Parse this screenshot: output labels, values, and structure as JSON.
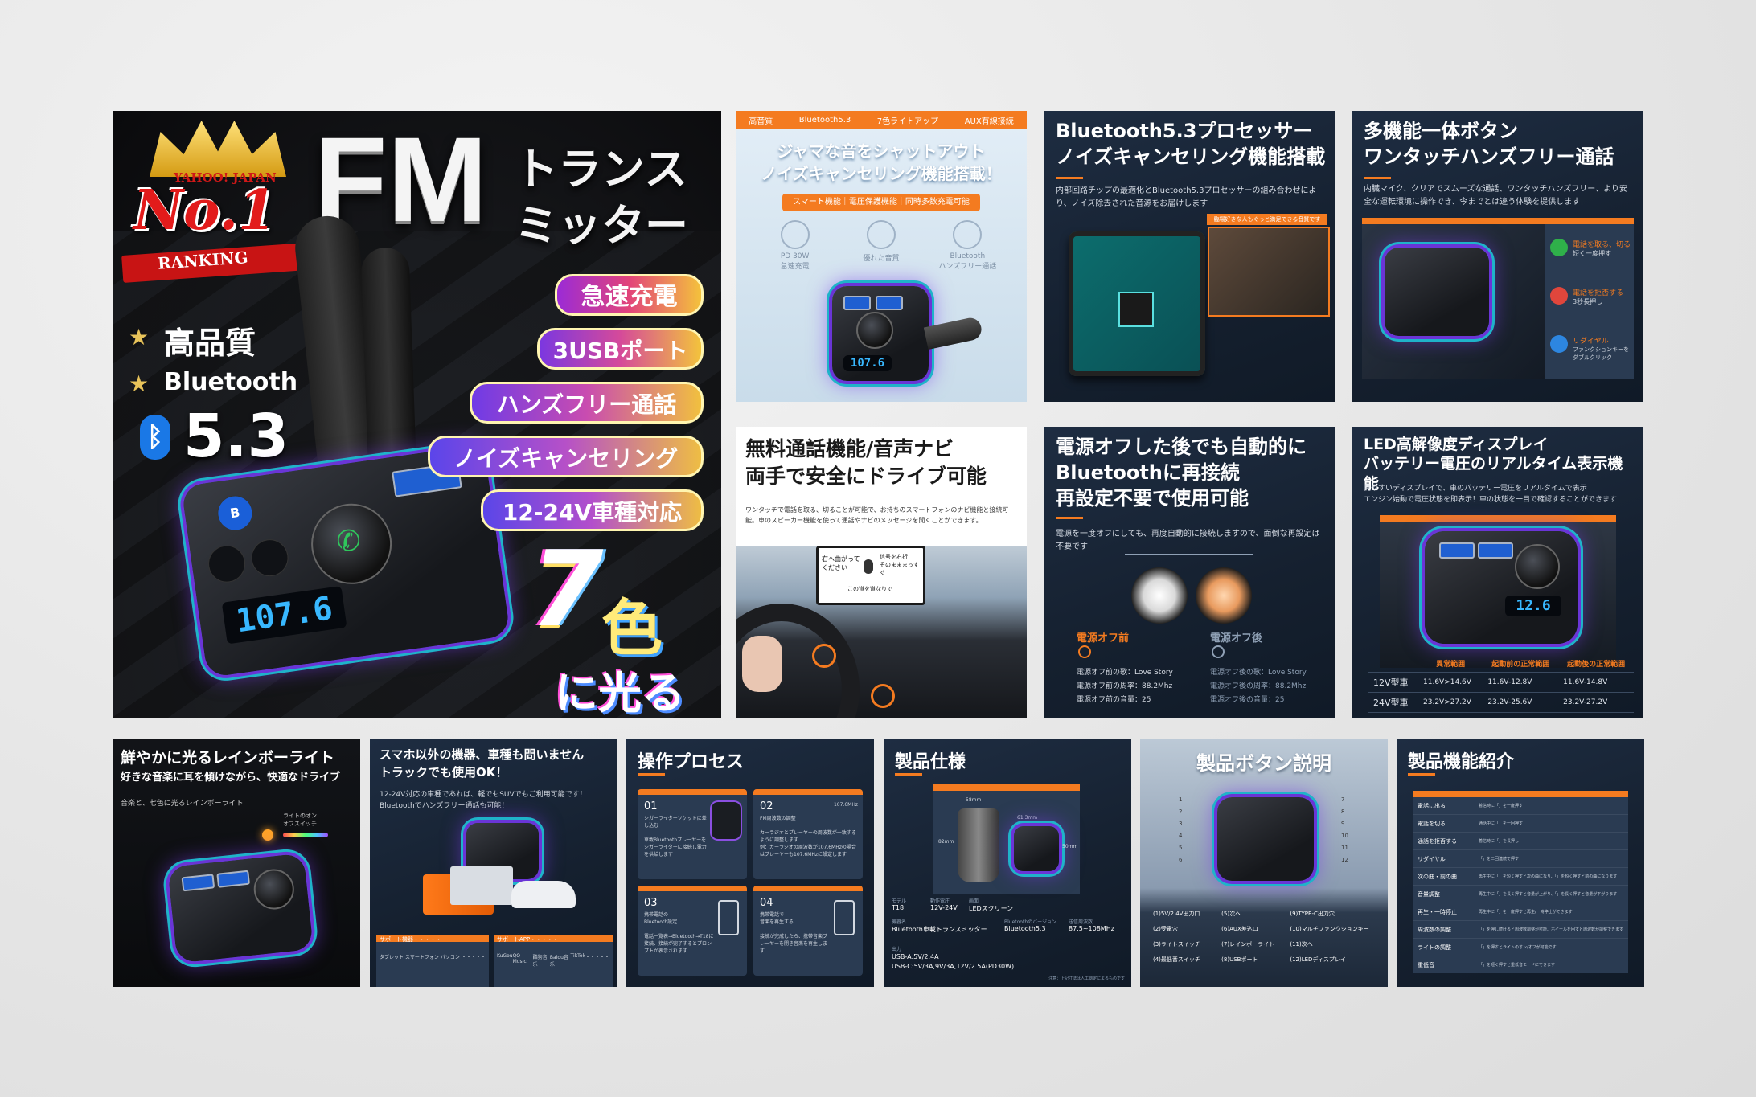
{
  "main": {
    "ranking": {
      "brand": "YAHOO! JAPAN",
      "no1": "No.1",
      "label": "RANKING"
    },
    "title_fm": "FM",
    "title_jp1": "トランス",
    "title_jp2": "ミッター",
    "quality": "高品質",
    "bluetooth": "Bluetooth",
    "version": "5.3",
    "features": [
      "急速充電",
      "3USBポート",
      "ハンズフリー通話",
      "ノイズキャンセリング",
      "12-24V車種対応"
    ],
    "seven": "7",
    "color_kanji": "色",
    "shine": "に光る",
    "screen_text": "107.6"
  },
  "noise": {
    "tags": [
      "高音質",
      "Bluetooth5.3",
      "7色ライトアップ",
      "AUX有線接続"
    ],
    "title1": "ジャマな音をシャットアウト",
    "title2": "ノイズキャンセリング機能搭載！",
    "badge": "スマート機能｜電圧保護機能｜同時多数充電可能",
    "icons": [
      {
        "icon": "pd-icon",
        "label": "PD 30W\n急速充電"
      },
      {
        "icon": "voice-icon",
        "label": "優れた音質"
      },
      {
        "icon": "phone-icon",
        "label": "Bluetooth\nハンズフリー通話"
      }
    ],
    "screen_text": "107.6"
  },
  "processor": {
    "title1": "Bluetooth5.3プロセッサー",
    "title2": "ノイズキャンセリング機能搭載",
    "desc": "内部回路チップの最適化とBluetooth5.3プロセッサーの組み合わせにより、ノイズ除去された音源をお届けします",
    "tag": "臨場好きな人もぐっと満足できる音質です"
  },
  "button": {
    "title1": "多機能一体ボタン",
    "title2": "ワンタッチハンズフリー通話",
    "desc": "内臓マイク、クリアでスムーズな通話、ワンタッチハンズフリー、より安全な運転環境に操作でき、今までとは違う体験を提供します",
    "items": [
      {
        "title": "電話を取る、切る",
        "sub": "短く一度押す",
        "color": "#2fb04a"
      },
      {
        "title": "電話を拒否する",
        "sub": "3秒長押し",
        "color": "#e0463c"
      },
      {
        "title": "リダイヤル",
        "sub": "ファンクションキーをダブルクリック",
        "color": "#2d86e0"
      }
    ]
  },
  "navi": {
    "title1": "無料通話機能/音声ナビ",
    "title2": "両手で安全にドライブ可能",
    "desc": "ワンタッチで電話を取る、切ることが可能で、お持ちのスマートフォンのナビ機能と接続可能。車のスピーカー機能を使って通話やナビのメッセージを聞くことができます。",
    "bubble1": "右へ曲がって\nください",
    "bubble2": "信号を右折\nそのまままっすぐ",
    "bubble3": "この道を道なりで"
  },
  "reconnect": {
    "title1": "電源オフした後でも自動的に",
    "title2": "Bluetoothに再接続",
    "title3": "再設定不要で使用可能",
    "desc": "電源を一度オフにしても、再度自動的に接続しますので、面倒な再設定は不要です",
    "before": {
      "label": "電源オフ前",
      "song": "電源オフ前の歌：Love Story",
      "freq": "電源オフ前の周率：88.2Mhz",
      "vol": "電源オフ前の音量：25"
    },
    "after": {
      "label": "電源オフ後",
      "song": "電源オフ後の歌：Love Story",
      "freq": "電源オフ後の周率：88.2Mhz",
      "vol": "電源オフ後の音量：25"
    }
  },
  "display": {
    "title1": "LED高解像度ディスプレイ",
    "title2": "バッテリー電圧のリアルタイム表示機能",
    "desc": "見やすいディスプレイで、車のバッテリー電圧をリアルタイムで表示\nエンジン始動で電圧状態を即表示！車の状態を一目で確認することができます",
    "screen_text": "12.6",
    "table_head": [
      "",
      "異常範囲",
      "起動前の正常範囲",
      "起動後の正常範囲"
    ],
    "rows": [
      [
        "12V型車",
        "11.6V>14.6V",
        "11.6V-12.8V",
        "11.6V-14.8V"
      ],
      [
        "24V型車",
        "23.2V>27.2V",
        "23.2V-25.6V",
        "23.2V-27.2V"
      ]
    ]
  },
  "rainbow": {
    "title": "鮮やかに光るレインボーライト",
    "sub": "好きな音楽に耳を傾けながら、快適なドライブ",
    "desc": "音楽と、七色に光るレインボーライト",
    "switch_label": "ライトのオン\nオフスイッチ"
  },
  "compat": {
    "title1": "スマホ以外の機器、車種も問いません",
    "title2": "トラックでも使用OK！",
    "desc": "12-24V対応の車種であれば、軽でもSUVでもご利用可能です！Bluetoothでハンズフリー通話も可能！",
    "support_devices": "サポート機器・・・・・",
    "devices": [
      "タブレット",
      "スマートフォン",
      "パソコン",
      "・・・・・"
    ],
    "support_apps": "サポートAPP・・・・・",
    "apps": [
      "KuGou",
      "QQ Music",
      "酷狗音乐",
      "Baidu音乐",
      "TikTok",
      "・・・・・"
    ]
  },
  "process": {
    "title": "操作プロセス",
    "steps": [
      {
        "num": "01",
        "text": "シガーライターソケットに差し込む\n\n車載Bluetoothプレーヤーをシガーライターに接続し電力を供給します"
      },
      {
        "num": "02",
        "text": "FM周波数の調整\n\nカーラジオとプレーヤーの周波数が一致するように調整します\n例：カーラジオの周波数が107.6MHzの場合はプレーヤーも107.6MHzに設定します"
      },
      {
        "num": "03",
        "text": "携帯電話の\nBluetooth設定\n\n電話一覧表→Bluetooth→T18に接続、接続が完了するとプロンプトが表示されます"
      },
      {
        "num": "04",
        "text": "携帯電話で\n音楽を再生する\n\n接続が完成したら、携帯音楽プレーヤーを開き音楽を再生します"
      }
    ],
    "freq": "107.6MHz"
  },
  "spec": {
    "title": "製品仕様",
    "dims": {
      "w": "58mm",
      "h": "82mm",
      "w2": "61.3mm",
      "h2": "50mm"
    },
    "fields": [
      {
        "label": "モデル",
        "value": "T18"
      },
      {
        "label": "動作電圧",
        "value": "12V-24V"
      },
      {
        "label": "画面",
        "value": "LEDスクリーン"
      },
      {
        "label": "機器名",
        "value": "Bluetooth車載トランスミッター"
      },
      {
        "label": "Bluetoothのバージョン",
        "value": "Bluetooth5.3"
      },
      {
        "label": "送信周波数",
        "value": "87.5~108MHz"
      }
    ],
    "output_label": "出力",
    "output1": "USB-A:5V/2.4A",
    "output2": "USB-C:5V/3A,9V/3A,12V/2.5A(PD30W)",
    "note": "注意：上記寸法は人工測定によるものです"
  },
  "buttons": {
    "title": "製品ボタン説明",
    "numbers": [
      "1",
      "2",
      "3",
      "4",
      "5",
      "6",
      "7",
      "8",
      "9",
      "10",
      "11",
      "12"
    ],
    "labels": [
      "(1)5V/2.4V出力口",
      "(5)次へ",
      "(9)TYPE-C出力穴",
      "(2)受電穴",
      "(6)AUX差込口",
      "(10)マルチファンクションキー",
      "(3)ライトスイッチ",
      "(7)レインボーライト",
      "(11)次へ",
      "(4)最低音スイッチ",
      "(8)USBポート",
      "(12)LEDディスプレイ"
    ]
  },
  "functions": {
    "title": "製品機能紹介",
    "rows": [
      {
        "name": "電話に出る",
        "desc": "着信時に「」を一度押す"
      },
      {
        "name": "電話を切る",
        "desc": "通話中に「」を一回押す"
      },
      {
        "name": "通話を拒否する",
        "desc": "着信時に「」を長押し"
      },
      {
        "name": "リダイヤル",
        "desc": "「」を二回連続で押す"
      },
      {
        "name": "次の曲・前の曲",
        "desc": "再生中に「」を短く押すと次の曲になり、「」を短く押すと前の曲になります"
      },
      {
        "name": "音量調整",
        "desc": "再生中に「」を長く押すと音量が上がり、「」を長く押すと音量が下がります"
      },
      {
        "name": "再生・一時停止",
        "desc": "再生中に「」を一度押すと再生/一時停止ができます"
      },
      {
        "name": "周波数の調整",
        "desc": "「」を押し続けると周波数調整が可能、ホイールを回すと周波数が調整できます"
      },
      {
        "name": "ライトの調整",
        "desc": "「」を押すとライトのオン/オフが可能です"
      },
      {
        "name": "重低音",
        "desc": "「」を短く押すと重低音モードにできます"
      }
    ]
  }
}
